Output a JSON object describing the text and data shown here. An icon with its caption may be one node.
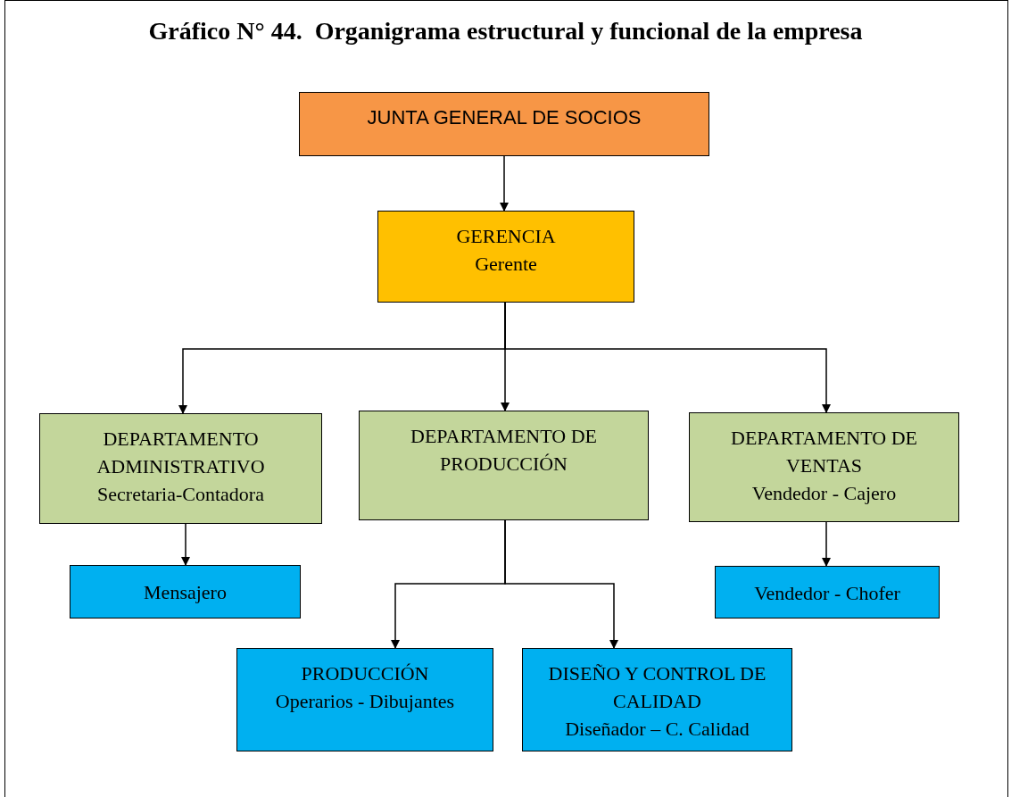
{
  "diagram": {
    "title": "Gráfico N° 44.  Organigrama estructural y funcional de la empresa",
    "nodes": [
      {
        "text": [
          "JUNTA GENERAL DE SOCIOS"
        ]
      },
      {
        "text": [
          "GERENCIA",
          "Gerente"
        ]
      },
      {
        "text": [
          "DEPARTAMENTO ADMINISTRATIVO",
          "Secretaria-Contadora"
        ]
      },
      {
        "text": [
          "DEPARTAMENTO DE PRODUCCIÓN"
        ]
      },
      {
        "text": [
          "DEPARTAMENTO DE VENTAS",
          "Vendedor - Cajero"
        ]
      },
      {
        "text": [
          "Mensajero"
        ]
      },
      {
        "text": [
          "Vendedor - Chofer"
        ]
      },
      {
        "text": [
          "PRODUCCIÓN",
          "Operarios - Dibujantes"
        ]
      },
      {
        "text": [
          "DISEÑO Y CONTROL DE CALIDAD",
          "Diseñador – C. Calidad"
        ]
      }
    ],
    "edges": [
      {
        "from": 0,
        "to": 1,
        "arrow": "to"
      },
      {
        "from": 1,
        "to": 2,
        "arrow": "to"
      },
      {
        "from": 1,
        "to": 3,
        "arrow": "to"
      },
      {
        "from": 1,
        "to": 4,
        "arrow": "to"
      },
      {
        "from": 2,
        "to": 5,
        "arrow": "to"
      },
      {
        "from": 3,
        "to": 7,
        "arrow": "to"
      },
      {
        "from": 3,
        "to": 8,
        "arrow": "to"
      },
      {
        "from": 4,
        "to": 6,
        "arrow": "to"
      }
    ]
  }
}
